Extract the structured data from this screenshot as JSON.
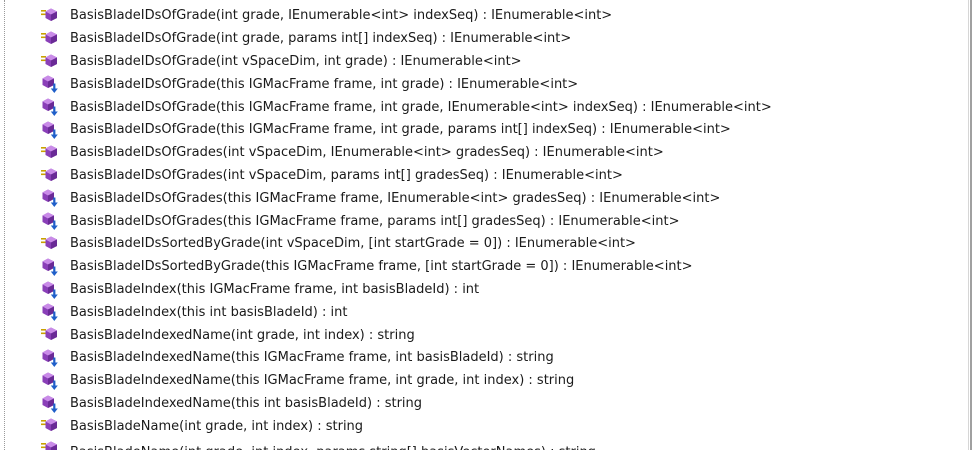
{
  "members": [
    {
      "signature": "BasisBladeIDsOfGrade(int grade, IEnumerable<int> indexSeq) : IEnumerable<int>",
      "icon": "static-method-icon"
    },
    {
      "signature": "BasisBladeIDsOfGrade(int grade, params int[] indexSeq) : IEnumerable<int>",
      "icon": "static-method-icon"
    },
    {
      "signature": "BasisBladeIDsOfGrade(int vSpaceDim, int grade) : IEnumerable<int>",
      "icon": "static-method-icon"
    },
    {
      "signature": "BasisBladeIDsOfGrade(this IGMacFrame frame, int grade) : IEnumerable<int>",
      "icon": "extension-method-icon"
    },
    {
      "signature": "BasisBladeIDsOfGrade(this IGMacFrame frame, int grade, IEnumerable<int> indexSeq) : IEnumerable<int>",
      "icon": "extension-method-icon"
    },
    {
      "signature": "BasisBladeIDsOfGrade(this IGMacFrame frame, int grade, params int[] indexSeq) : IEnumerable<int>",
      "icon": "extension-method-icon"
    },
    {
      "signature": "BasisBladeIDsOfGrades(int vSpaceDim, IEnumerable<int> gradesSeq) : IEnumerable<int>",
      "icon": "static-method-icon"
    },
    {
      "signature": "BasisBladeIDsOfGrades(int vSpaceDim, params int[] gradesSeq) : IEnumerable<int>",
      "icon": "static-method-icon"
    },
    {
      "signature": "BasisBladeIDsOfGrades(this IGMacFrame frame, IEnumerable<int> gradesSeq) : IEnumerable<int>",
      "icon": "extension-method-icon"
    },
    {
      "signature": "BasisBladeIDsOfGrades(this IGMacFrame frame, params int[] gradesSeq) : IEnumerable<int>",
      "icon": "extension-method-icon"
    },
    {
      "signature": "BasisBladeIDsSortedByGrade(int vSpaceDim, [int startGrade = 0]) : IEnumerable<int>",
      "icon": "static-method-icon"
    },
    {
      "signature": "BasisBladeIDsSortedByGrade(this IGMacFrame frame, [int startGrade = 0]) : IEnumerable<int>",
      "icon": "extension-method-icon"
    },
    {
      "signature": "BasisBladeIndex(this IGMacFrame frame, int basisBladeId) : int",
      "icon": "extension-method-icon"
    },
    {
      "signature": "BasisBladeIndex(this int basisBladeId) : int",
      "icon": "extension-method-icon"
    },
    {
      "signature": "BasisBladeIndexedName(int grade, int index) : string",
      "icon": "static-method-icon"
    },
    {
      "signature": "BasisBladeIndexedName(this IGMacFrame frame, int basisBladeId) : string",
      "icon": "extension-method-icon"
    },
    {
      "signature": "BasisBladeIndexedName(this IGMacFrame frame, int grade, int index) : string",
      "icon": "extension-method-icon"
    },
    {
      "signature": "BasisBladeIndexedName(this int basisBladeId) : string",
      "icon": "extension-method-icon"
    },
    {
      "signature": "BasisBladeName(int grade, int index) : string",
      "icon": "static-method-icon"
    },
    {
      "signature": "BasisBladeName(int grade, int index, params string[] basisVectorNames) : string",
      "icon": "static-method-icon"
    }
  ],
  "colors": {
    "text": "#1a1a1a",
    "method_purple": "#8a3fb8",
    "method_purple_light": "#c98be8",
    "static_bars": "#c9a100",
    "extension_arrow": "#1f5fc9"
  }
}
